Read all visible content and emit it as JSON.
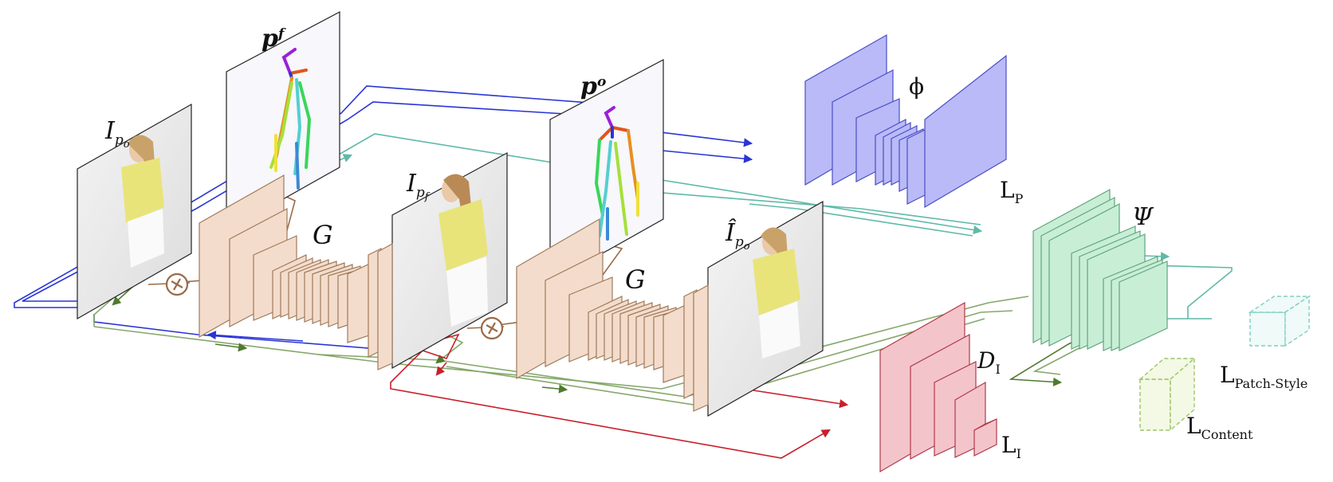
{
  "labels": {
    "i_po": {
      "main": "I",
      "sub": "p",
      "subsub": "o"
    },
    "p_f": {
      "main": "p",
      "sub": "f"
    },
    "i_pf": {
      "main": "I",
      "sub": "p",
      "subsub": "f"
    },
    "p_o": {
      "main": "p",
      "sub": "o"
    },
    "ihat_po": {
      "main": "Î",
      "sub": "p",
      "subsub": "o"
    },
    "g1": "G",
    "g2": "G",
    "phi": "ϕ",
    "l_p": {
      "main": "L",
      "sub": "P"
    },
    "psi": "Ψ",
    "d_i": {
      "main": "D",
      "sub": "I"
    },
    "l_i": {
      "main": "L",
      "sub": "I"
    },
    "l_patch": {
      "main": "L",
      "sub": "Patch-Style"
    },
    "l_content": {
      "main": "L",
      "sub": "Content"
    }
  },
  "colors": {
    "blue": "#2a35d6",
    "teal": "#5fb9a8",
    "olive": "#86a86a",
    "red": "#c8202a",
    "brown": "#9a6b47",
    "gen_fill": "#f3dccb",
    "gen_stroke": "#a07a5c",
    "phi_fill": "#b9baf7",
    "phi_stroke": "#4b4ec6",
    "psi_fill": "#c8eed6",
    "psi_stroke": "#62a57e",
    "d_fill": "#f4c4cb",
    "d_stroke": "#b03a4a"
  }
}
